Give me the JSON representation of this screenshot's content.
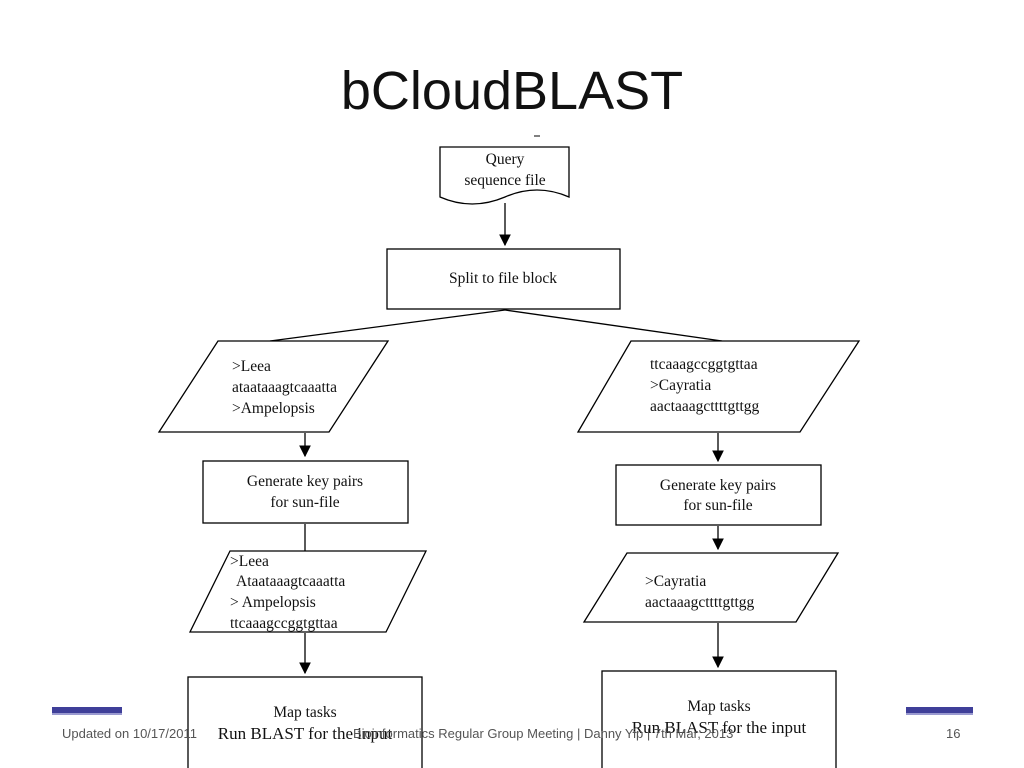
{
  "slide": {
    "title": "bCloudBLAST",
    "page_number": "16"
  },
  "footer": {
    "left": "Updated on 10/17/2011",
    "center": "Bioinformatics Regular Group Meeting | Danny Yip | 7th Mar, 2013"
  },
  "diagram": {
    "query": {
      "line1": "Query",
      "line2": "sequence file"
    },
    "split": {
      "label": "Split to file block"
    },
    "left_block": {
      "line1": ">Leea",
      "line2": "ataataaagtcaaatta",
      "line3": ">Ampelopsis"
    },
    "right_block": {
      "line1": "ttcaaagccggtgttaa",
      "line2": ">Cayratia",
      "line3": "aactaaagcttttgttgg"
    },
    "left_keys": {
      "line1": "Generate key pairs",
      "line2": "for sun-file"
    },
    "right_keys": {
      "line1": "Generate key pairs",
      "line2": "for sun-file"
    },
    "left_pairs": {
      "line1": ">Leea",
      "line2": "Ataataaagtcaaatta",
      "line3": "> Ampelopsis",
      "line4": "ttcaaagccggtgttaa"
    },
    "right_pairs": {
      "line1": ">Cayratia",
      "line2": "aactaaagcttttgttgg"
    },
    "left_map": {
      "line1": "Map tasks",
      "line2": "Run BLAST for the input"
    },
    "right_map": {
      "line1": "Map tasks",
      "line2": "Run BLAST for the input"
    }
  }
}
